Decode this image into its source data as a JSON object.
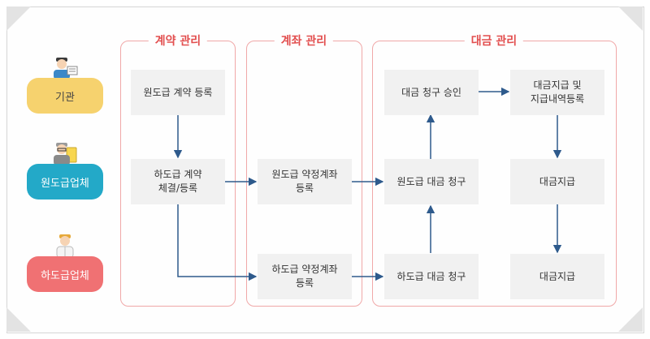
{
  "sections": {
    "contract": "계약 관리",
    "account": "계좌 관리",
    "payment": "대금 관리"
  },
  "roles": {
    "agency": "기관",
    "prime": "원도급업체",
    "sub": "하도급업체"
  },
  "boxes": {
    "prime_contract": "원도급 계약 등록",
    "sub_contract": "하도급 계약\n체결/등록",
    "prime_account": "원도급 약정계좌\n등록",
    "sub_account": "하도급 약정계좌\n등록",
    "claim_approval": "대금 청구 승인",
    "payment_register": "대금지급 및\n지급내역등록",
    "prime_claim": "원도급 대금 청구",
    "sub_claim": "하도급 대금 청구",
    "pay_prime": "대금지급",
    "pay_sub": "대금지급"
  },
  "colors": {
    "section_border": "#f0a8a8",
    "section_title": "#e24e4e",
    "agency": "#f6d26e",
    "prime": "#23a9c8",
    "sub": "#f07173",
    "arrow": "#2e5a8c",
    "box": "#f1f1f1"
  },
  "icons": [
    "agency-person-icon",
    "prime-person-icon",
    "sub-person-icon"
  ]
}
